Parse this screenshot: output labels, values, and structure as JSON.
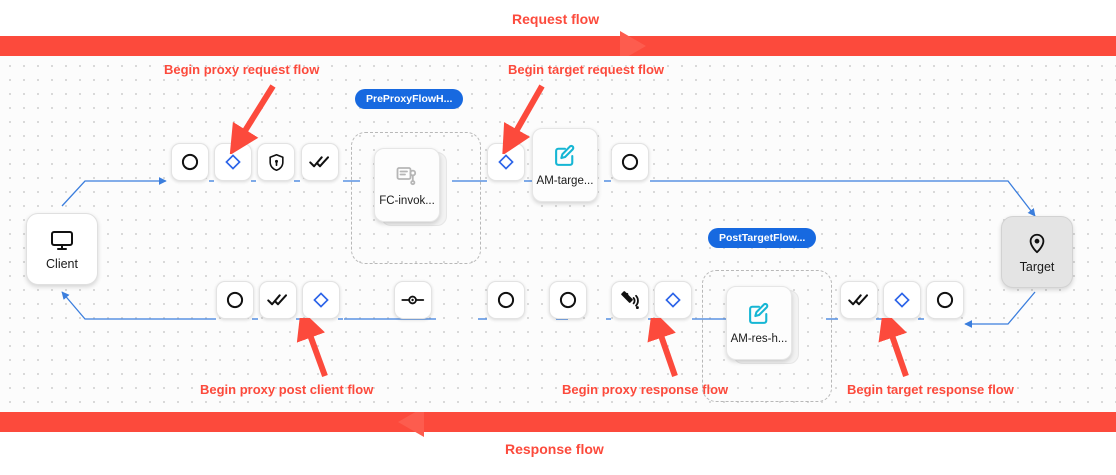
{
  "banners": {
    "request": {
      "label": "Request flow",
      "direction": "right",
      "color": "#fc4a3c"
    },
    "response": {
      "label": "Response flow",
      "direction": "left",
      "color": "#fc4a3c"
    }
  },
  "annotations": [
    {
      "id": "begin-proxy-request-flow",
      "label": "Begin proxy request flow"
    },
    {
      "id": "begin-target-request-flow",
      "label": "Begin target request flow"
    },
    {
      "id": "begin-proxy-post-client-flow",
      "label": "Begin proxy post client flow"
    },
    {
      "id": "begin-proxy-response-flow",
      "label": "Begin proxy response flow"
    },
    {
      "id": "begin-target-response-flow",
      "label": "Begin target response flow"
    }
  ],
  "endpoints": {
    "client": {
      "label": "Client",
      "icon": "monitor-icon"
    },
    "target": {
      "label": "Target",
      "icon": "location-pin-icon"
    }
  },
  "groups": [
    {
      "id": "preproxyflowhook",
      "badge": "PreProxyFlowH...",
      "policy": "FC-invok...",
      "policy_icon": "flow-callout-icon"
    },
    {
      "id": "posttargetflowhook",
      "badge": "PostTargetFlow...",
      "policy": "AM-res-h...",
      "policy_icon": "assign-message-icon"
    }
  ],
  "standalone_policies": [
    {
      "id": "am-target",
      "label": "AM-targe...",
      "icon": "assign-message-icon"
    }
  ],
  "request_row_nodes": [
    {
      "id": "rq-1",
      "icon": "circle-icon"
    },
    {
      "id": "rq-2",
      "icon": "diamond-icon"
    },
    {
      "id": "rq-3",
      "icon": "shield-lock-icon"
    },
    {
      "id": "rq-4",
      "icon": "double-check-icon"
    },
    {
      "id": "rq-5",
      "icon": "diamond-icon"
    },
    {
      "id": "rq-6",
      "icon": "circle-icon"
    }
  ],
  "response_row_nodes": [
    {
      "id": "rs-1",
      "icon": "circle-icon"
    },
    {
      "id": "rs-2",
      "icon": "double-check-icon"
    },
    {
      "id": "rs-3",
      "icon": "diamond-icon"
    },
    {
      "id": "rs-4",
      "icon": "flow-node-icon"
    },
    {
      "id": "rs-5",
      "icon": "circle-icon"
    },
    {
      "id": "rs-6",
      "icon": "circle-icon"
    },
    {
      "id": "rs-7",
      "icon": "signal-icon"
    },
    {
      "id": "rs-8",
      "icon": "diamond-icon"
    },
    {
      "id": "rs-9",
      "icon": "double-check-icon"
    },
    {
      "id": "rs-10",
      "icon": "diamond-icon"
    },
    {
      "id": "rs-11",
      "icon": "circle-icon"
    }
  ],
  "colors": {
    "flow_red": "#fc4a3c",
    "connector_blue": "#3b7edd",
    "diamond_blue": "#2b63e8",
    "badge_blue": "#1769e0",
    "policy_teal": "#16b6d4",
    "canvas_dot": "#d9d9d9"
  }
}
